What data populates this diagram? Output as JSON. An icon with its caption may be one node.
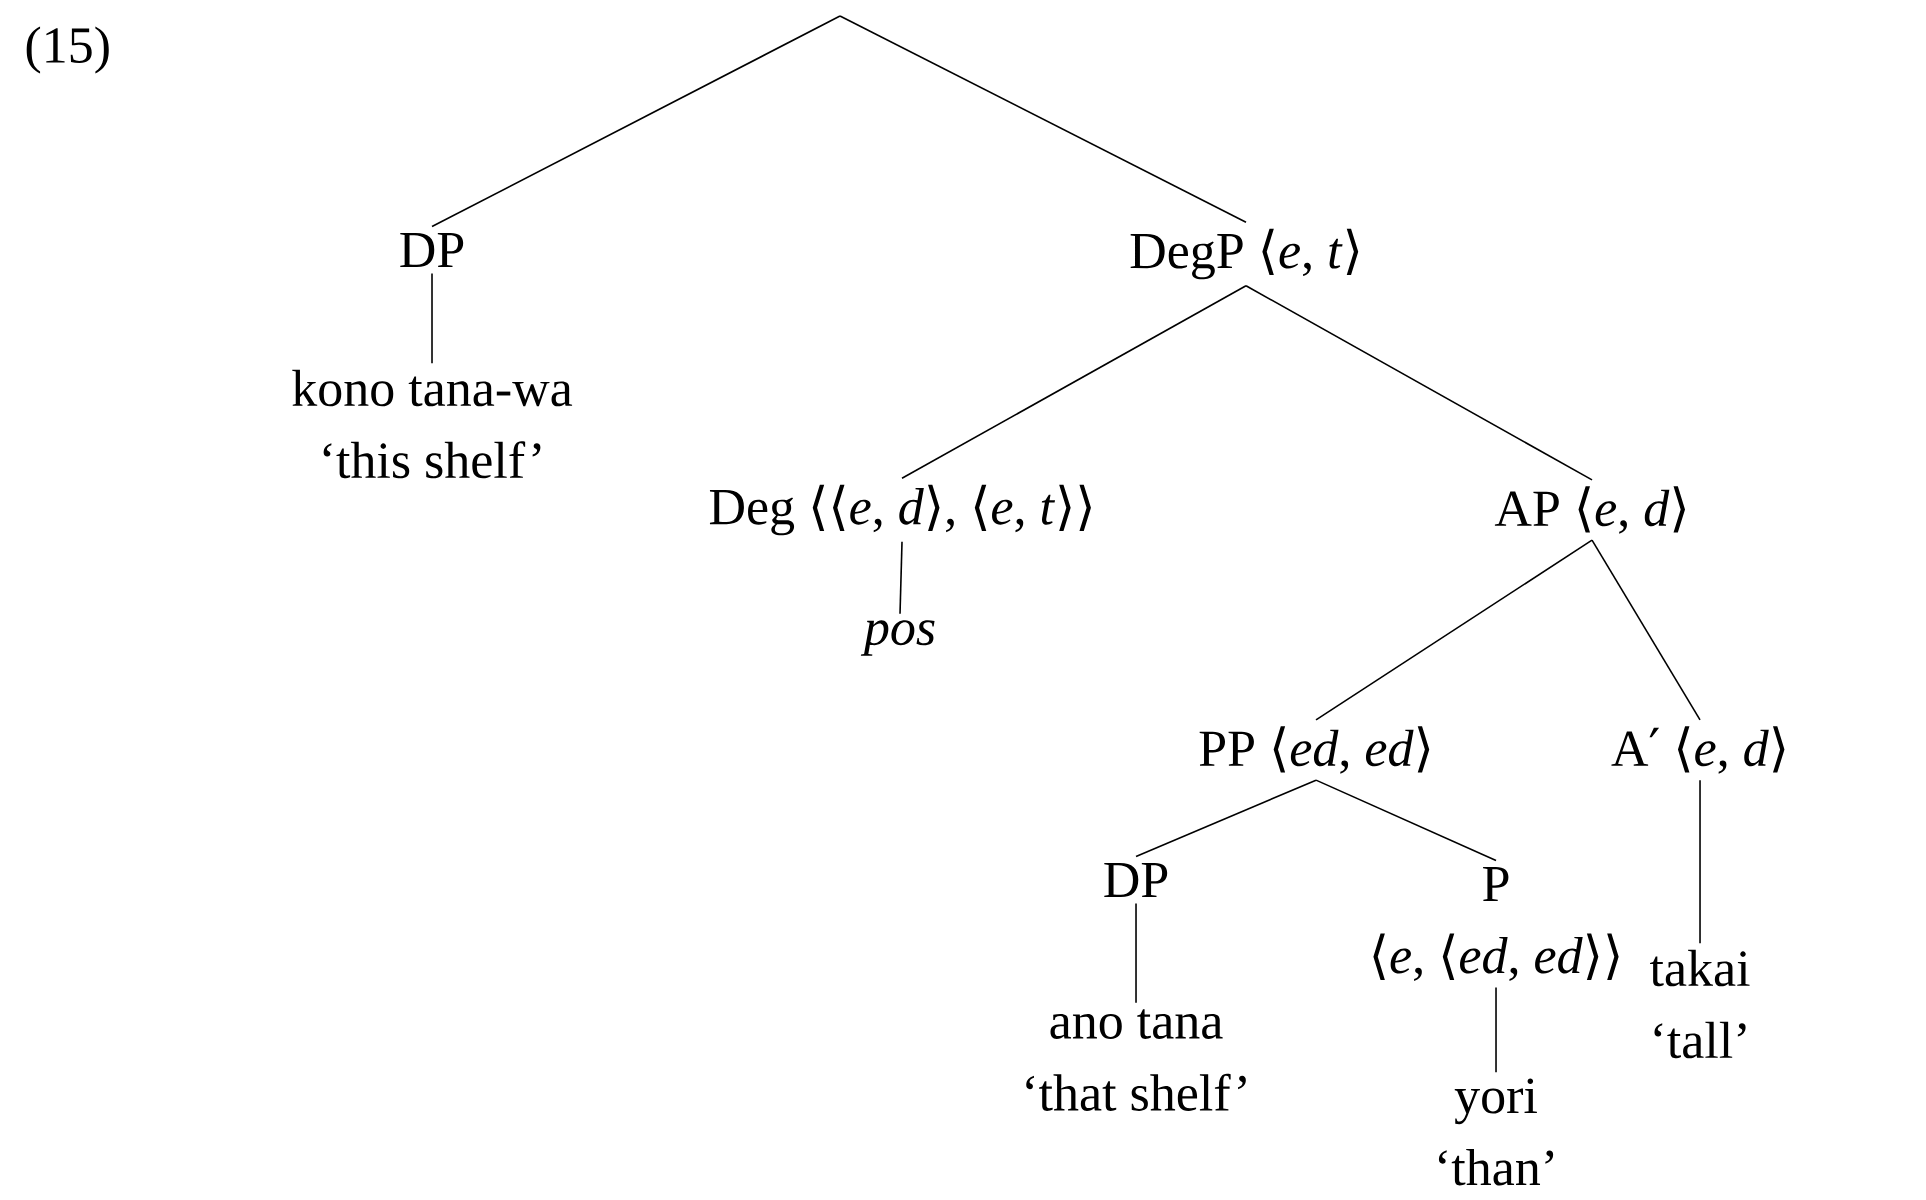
{
  "diagram": {
    "nodes": [
      {
        "text": [
          "DP"
        ]
      },
      {
        "text": [
          "kono tana-wa",
          "‘this shelf’"
        ]
      },
      {
        "text": [
          "DegP ⟨*e*, *t*⟩"
        ]
      },
      {
        "text": [
          "Deg ⟨⟨*e*, *d*⟩, ⟨*e*, *t*⟩⟩"
        ]
      },
      {
        "text": [
          "pos"
        ]
      },
      {
        "text": [
          "AP ⟨*e*, *d*⟩"
        ]
      },
      {
        "text": [
          "PP ⟨*ed*, *ed*⟩"
        ]
      },
      {
        "text": [
          "A′ ⟨*e*, *d*⟩"
        ]
      },
      {
        "text": [
          "DP"
        ]
      },
      {
        "text": [
          "ano tana",
          "‘that shelf’"
        ]
      },
      {
        "text": [
          "P",
          "⟨*e*, ⟨*ed*, *ed*⟩⟩"
        ]
      },
      {
        "text": [
          "takai",
          "‘tall’"
        ]
      },
      {
        "text": [
          "yori",
          "‘than’"
        ]
      }
    ],
    "edges": [
      {
        "from": null,
        "to": 0,
        "arrow": "none"
      },
      {
        "from": null,
        "to": 2,
        "arrow": "none"
      },
      {
        "from": 0,
        "to": 1,
        "arrow": "none"
      },
      {
        "from": 2,
        "to": 3,
        "arrow": "none"
      },
      {
        "from": 2,
        "to": 5,
        "arrow": "none"
      },
      {
        "from": 3,
        "to": 4,
        "arrow": "none"
      },
      {
        "from": 5,
        "to": 6,
        "arrow": "none"
      },
      {
        "from": 5,
        "to": 7,
        "arrow": "none"
      },
      {
        "from": 6,
        "to": 8,
        "arrow": "none"
      },
      {
        "from": 6,
        "to": 10,
        "arrow": "none"
      },
      {
        "from": 7,
        "to": 11,
        "arrow": "none"
      },
      {
        "from": 8,
        "to": 9,
        "arrow": "none"
      },
      {
        "from": 10,
        "to": 12,
        "arrow": "none"
      }
    ],
    "labels": [
      "(15)"
    ]
  }
}
